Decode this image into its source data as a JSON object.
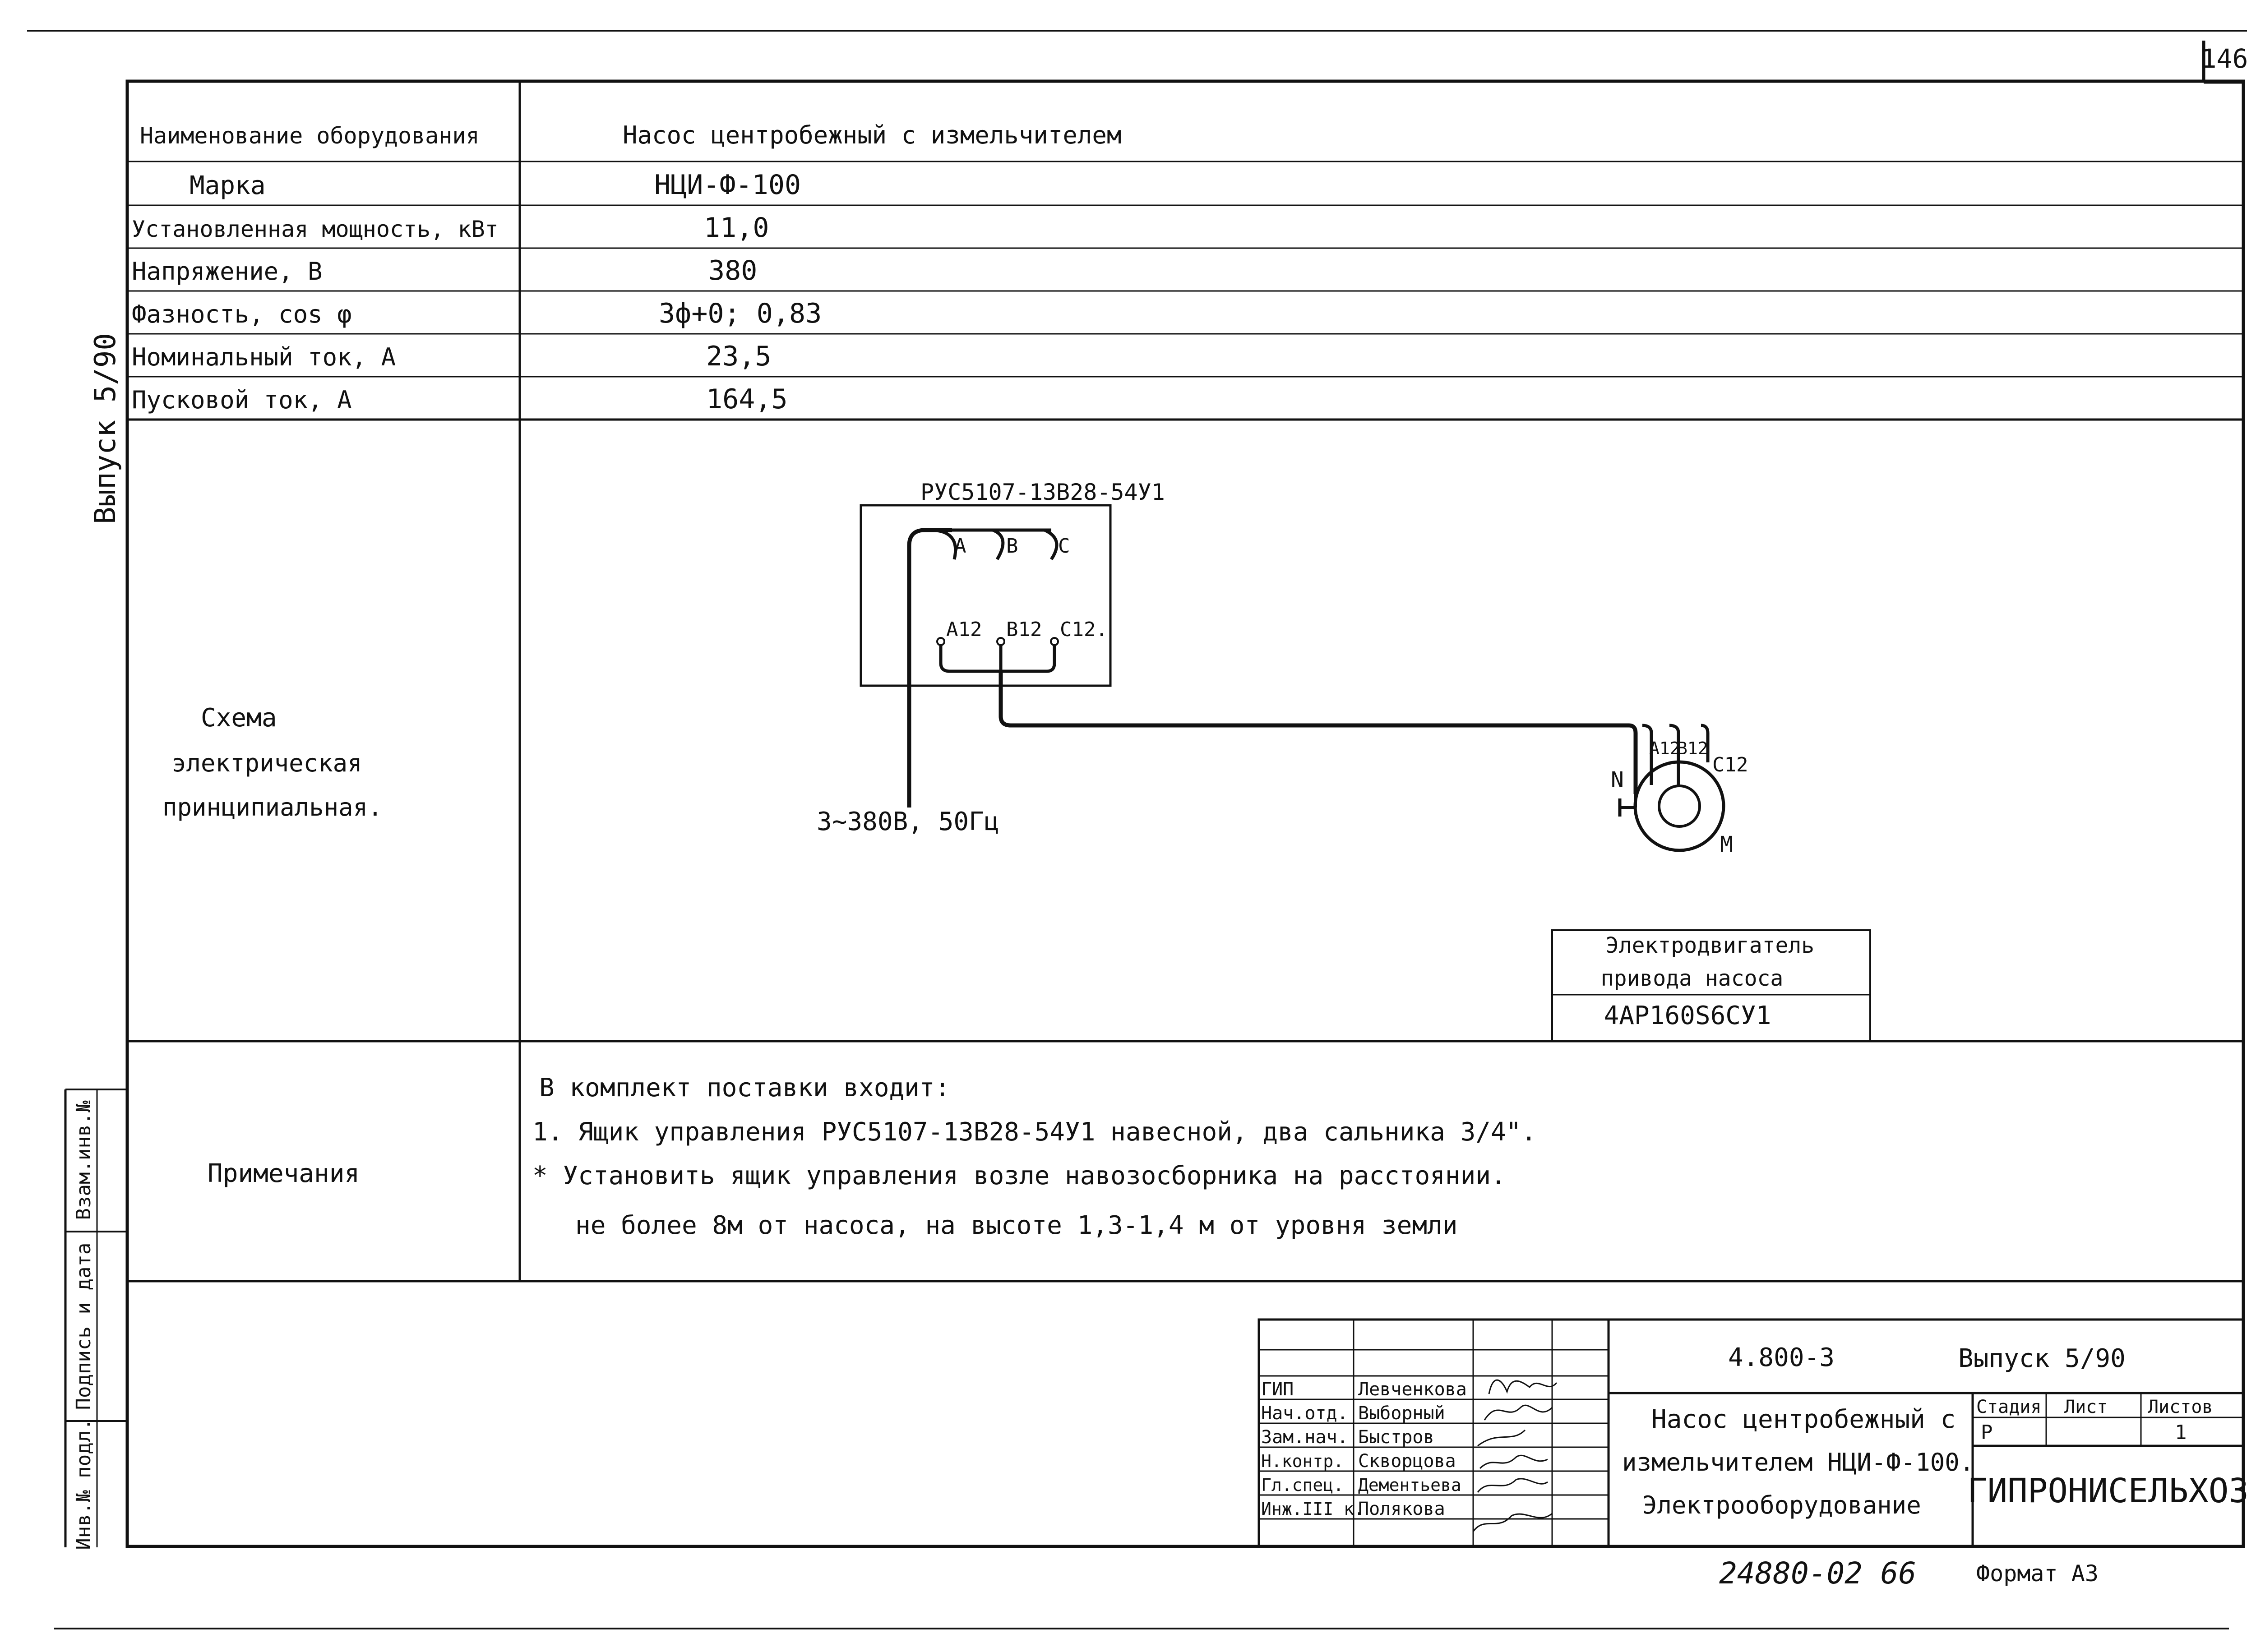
{
  "sheet_number": "146",
  "side": {
    "issue": "Выпуск 5/90",
    "inv_vzam": "Взам.инв.№",
    "podpis_data": "Подпись и дата",
    "inv_podl": "Инв.№ подл."
  },
  "params": [
    {
      "label": "Наименование оборудования",
      "value": "Насос центробежный с измельчителем"
    },
    {
      "label": "Марка",
      "value": "НЦИ-Ф-100"
    },
    {
      "label": "Установленная мощность, кВт",
      "value": "11,0"
    },
    {
      "label": "Напряжение, В",
      "value": "380"
    },
    {
      "label": "Фазность, cos φ",
      "value": "3ф+0; 0,83"
    },
    {
      "label": "Номинальный ток, А",
      "value": "23,5"
    },
    {
      "label": "Пусковой ток, А",
      "value": "164,5"
    }
  ],
  "schema": {
    "label_line1": "Схема",
    "label_line2": "электрическая",
    "label_line3": "принципиальная.",
    "control_box": "РУС5107-13В28-54У1",
    "phase_a": "А",
    "phase_b": "В",
    "phase_c": "С",
    "term_a12": "А12",
    "term_b12": "В12",
    "term_c12": "С12.",
    "motor_a12": "А12",
    "motor_b12": "В12",
    "motor_c12": "С12",
    "neutral": "N",
    "motor": "М",
    "supply": "3~380В, 50Гц",
    "motor_box_line1": "Электродвигатель",
    "motor_box_line2": "привода насоса",
    "motor_model": "4АР160S6СУ1"
  },
  "notes": {
    "label": "Примечания",
    "line1": "В комплект поставки входит:",
    "line2": "1. Ящик управления        РУС5107-13В28-54У1 навесной, два сальника 3/4\".",
    "line3": "* Установить ящик управления возле навозосборника на расстоянии.",
    "line4": "не более 8м от насоса, на высоте 1,3-1,4 м от уровня земли"
  },
  "title_block": {
    "code": "4.800-3",
    "issue": "Выпуск 5/90",
    "title_line1": "Насос центробежный с",
    "title_line2": "измельчителем НЦИ-Ф-100.",
    "title_line3": "Электрооборудование",
    "stage_header": "Стадия",
    "sheet_header": "Лист",
    "sheets_header": "Листов",
    "stage": "Р",
    "sheets": "1",
    "org": "ГИПРОНИСЕЛЬХОЗ",
    "staff": [
      {
        "role": "ГИП",
        "name": "Левченкова"
      },
      {
        "role": "Нач.отд.",
        "name": "Выборный"
      },
      {
        "role": "Зам.нач.",
        "name": "Быстров"
      },
      {
        "role": "Н.контр.",
        "name": "Скворцова"
      },
      {
        "role": "Гл.спец.",
        "name": "Дементьева"
      },
      {
        "role": "Инж.III к.",
        "name": "Полякова"
      }
    ]
  },
  "footer": {
    "doc_number": "24880-02 66",
    "format": "Формат А3"
  }
}
